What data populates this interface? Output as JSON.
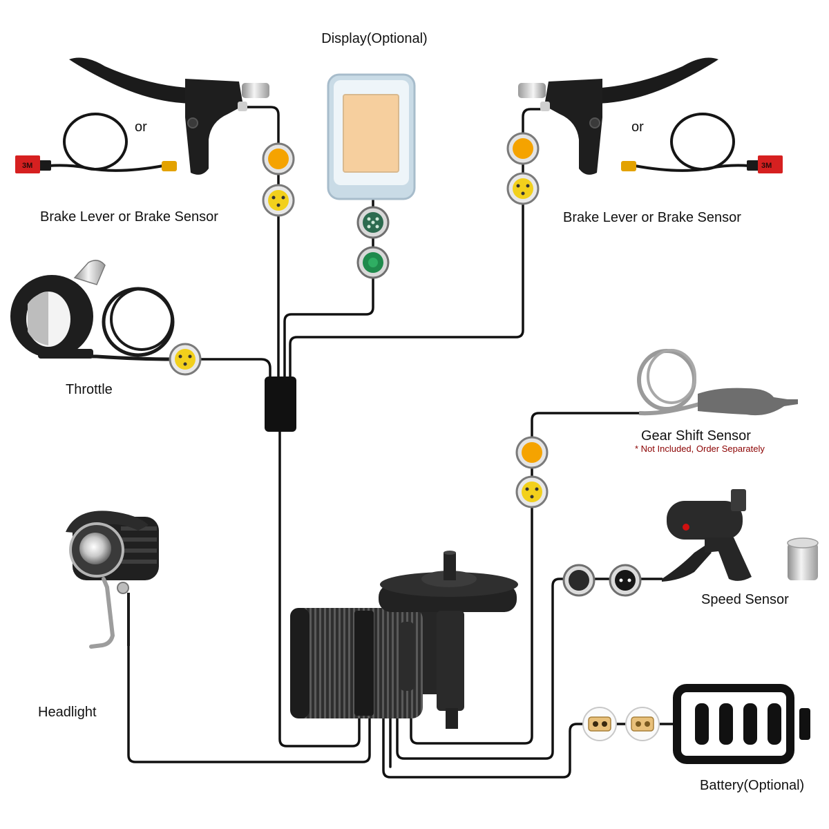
{
  "labels": {
    "display": "Display(Optional)",
    "left_or": "or",
    "right_or": "or",
    "left_brake": "Brake Lever or Brake Sensor",
    "right_brake": "Brake Lever or Brake Sensor",
    "throttle": "Throttle",
    "gear_shift": "Gear Shift Sensor",
    "gear_shift_note": "* Not Included, Order Separately",
    "speed_sensor": "Speed Sensor",
    "headlight": "Headlight",
    "battery": "Battery(Optional)"
  },
  "brand_marks": {
    "sensor_tab": "3M"
  },
  "colors": {
    "wire": "#111111",
    "connector_female": "#f5a300",
    "connector_male": "#f2d01c",
    "display_connector": "#1f8a4c",
    "display_screen": "#f6cf9e",
    "note_text": "#8b0000",
    "sensor_tab": "#d62020"
  }
}
